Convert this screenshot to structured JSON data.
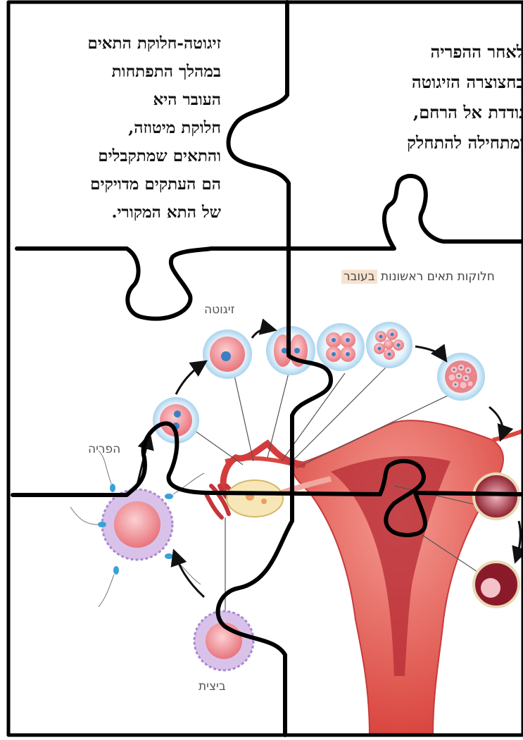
{
  "puzzle": {
    "piece_top_left": [
      "זיגוטה-חלוקת התאים",
      "במהלך התפתחות",
      "העובר היא",
      "חלוקת  מיטוזה,",
      "והתאים שמתקבלים",
      "הם העתקים מדויקים",
      "של התא המקורי."
    ],
    "piece_top_right": [
      "לאחר ההפריה",
      "בחצוצרה הזיגוטה",
      "נודדת אל הרחם,",
      "ומתחילה להתחלק"
    ]
  },
  "diagram": {
    "header_main": "חלוקות תאים ראשונות ",
    "header_highlight": "בעובר",
    "zygote": "זיגוטה",
    "fertilization": "הפריה",
    "egg": "ביצית"
  },
  "colors": {
    "uterus": "#e05a58",
    "uterus_dark": "#c73a3c",
    "cell_pink": "#f3a0a4",
    "nucleus_blue": "#3a7fc6",
    "halo": "#bfe0f2",
    "lines": "#111111"
  }
}
